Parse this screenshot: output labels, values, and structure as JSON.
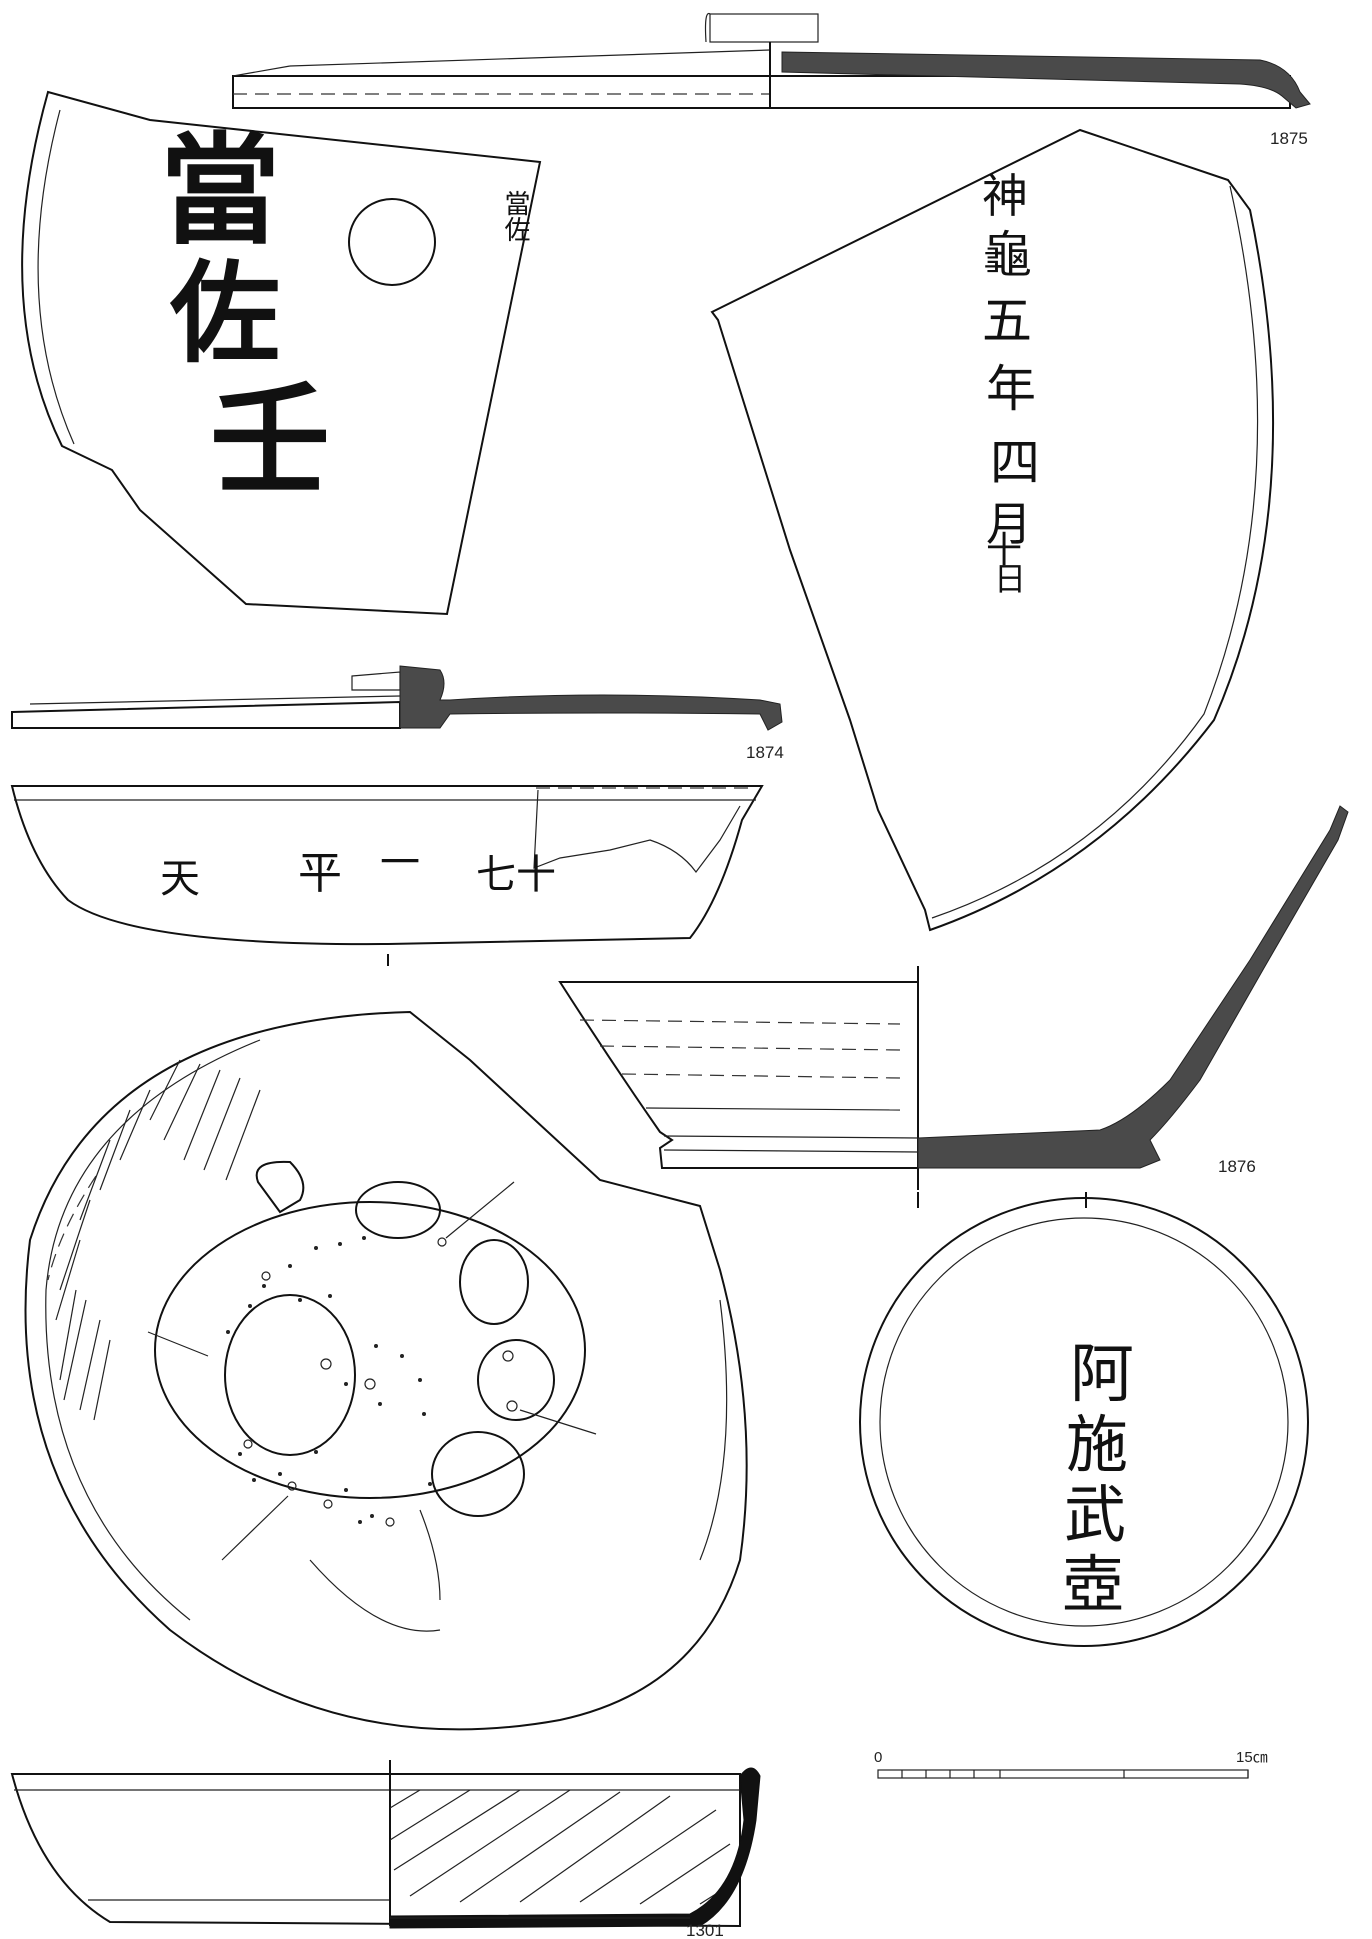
{
  "figures": {
    "f1875": {
      "number": "1875"
    },
    "f1874": {
      "number": "1874",
      "inscription_lines": [
        "當",
        "佐",
        "壬"
      ],
      "side_note": "當佐"
    },
    "f_shenkui": {
      "inscription": [
        "神",
        "龜",
        "五",
        "年",
        "四",
        "月",
        "十",
        "日"
      ]
    },
    "f_dish_side": {
      "inscription": [
        "天",
        "平",
        "一",
        "七",
        "十"
      ]
    },
    "f1876": {
      "number": "1876"
    },
    "f_base": {
      "inscription": [
        "阿",
        "施",
        "武",
        "壺"
      ]
    },
    "f1301": {
      "number": "1301"
    }
  },
  "scale_bar": {
    "start_label": "0",
    "end_label": "15㎝"
  }
}
